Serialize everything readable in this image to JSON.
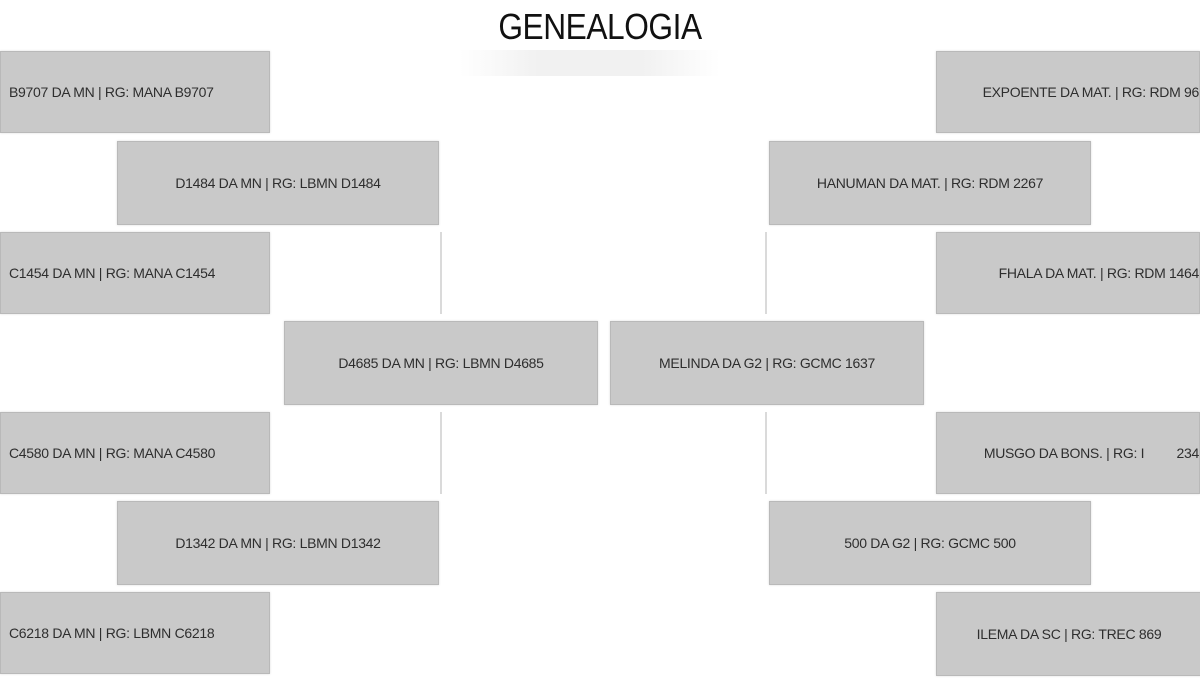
{
  "title": "GENEALOGIA",
  "colors": {
    "box_fill": "#c9c9c9",
    "box_border": "#b9b9b9",
    "connector": "#dadada",
    "text": "#2e2e2e"
  },
  "sire_side": {
    "animal": "D4685 DA MN | RG: LBMN D4685",
    "sire": "D1484 DA MN | RG: LBMN D1484",
    "sire_sire": "B9707 DA MN | RG: MANA B9707",
    "sire_dam": "C1454 DA MN | RG: MANA C1454",
    "dam": "D1342 DA MN | RG: LBMN D1342",
    "dam_sire": "C4580 DA MN | RG: MANA C4580",
    "dam_dam": "C6218 DA MN | RG: LBMN C6218"
  },
  "dam_side": {
    "animal": "MELINDA DA G2 | RG: GCMC 1637",
    "sire": "HANUMAN DA MAT. | RG: RDM 2267",
    "sire_sire": "EXPOENTE DA MAT. | RG: RDM 96",
    "sire_dam": "FHALA DA MAT. | RG: RDM 1464",
    "dam": "500 DA G2 | RG: GCMC 500",
    "dam_sire": "MUSGO DA BONS. | RG: I         234",
    "dam_dam": "ILEMA DA SC | RG: TREC 869"
  }
}
